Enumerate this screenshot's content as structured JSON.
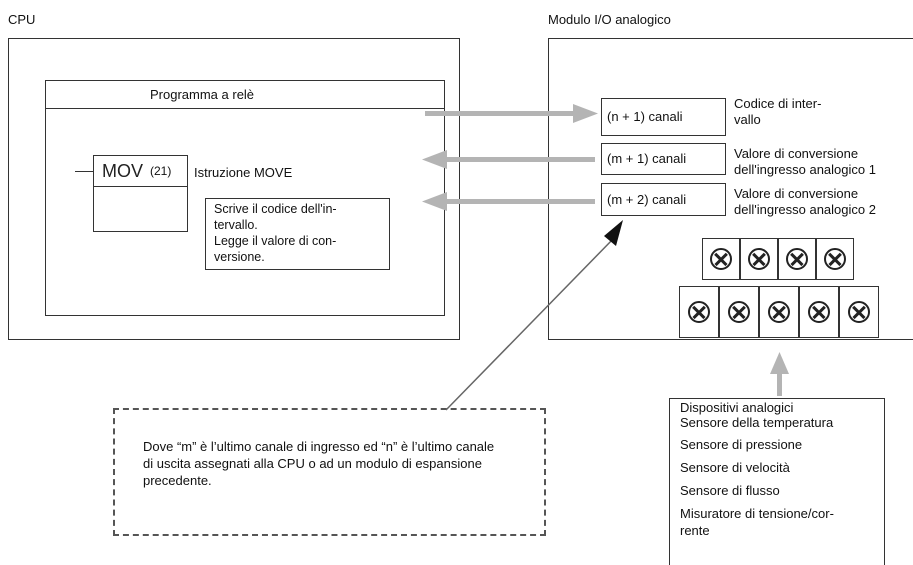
{
  "cpu": {
    "title": "CPU",
    "program_label": "Programma a relè",
    "mov_instruction": "MOV",
    "mov_code": "(21)",
    "move_label": "Istruzione MOVE",
    "note_line1": "Scrive il codice dell'in-",
    "note_line2": "tervallo.",
    "note_line3": "Legge il valore di con-",
    "note_line4": "versione."
  },
  "module": {
    "title": "Modulo I/O analogico",
    "channels": [
      {
        "label": "(n + 1) canali",
        "desc_line1": "Codice di inter-",
        "desc_line2": "vallo"
      },
      {
        "label": "(m + 1) canali",
        "desc_line1": "Valore di conversione",
        "desc_line2": "dell'ingresso analogico 1"
      },
      {
        "label": "(m + 2) canali",
        "desc_line1": "Valore di conversione",
        "desc_line2": "dell'ingresso analogico 2"
      }
    ]
  },
  "footnote": {
    "line1": "Dove “m” è l’ultimo canale di ingresso ed “n” è l’ultimo canale",
    "line2": "di uscita assegnati alla CPU o ad un modulo di espansione",
    "line3": "precedente."
  },
  "devices": {
    "title": "Dispositivi analogici",
    "items": [
      "Sensore della temperatura",
      "Sensore di pressione",
      "Sensore di velocità",
      "Sensore di flusso",
      "Misuratore di tensione/cor-",
      "rente"
    ]
  },
  "colors": {
    "arrow_gray": "#b4b4b4",
    "outline": "#333333",
    "dashed": "#555555"
  }
}
